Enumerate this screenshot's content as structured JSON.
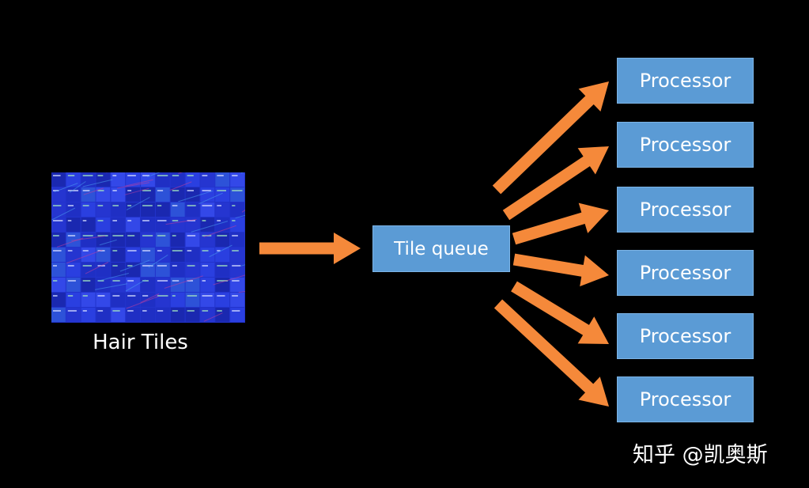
{
  "source": {
    "label": "Hair Tiles",
    "tile_color": "#2233cc"
  },
  "queue": {
    "label": "Tile queue"
  },
  "processors": [
    {
      "label": "Processor"
    },
    {
      "label": "Processor"
    },
    {
      "label": "Processor"
    },
    {
      "label": "Processor"
    },
    {
      "label": "Processor"
    },
    {
      "label": "Processor"
    }
  ],
  "colors": {
    "arrow": "#f5893a",
    "box_fill": "#5b9bd5",
    "background": "#000000",
    "text": "#ffffff"
  },
  "watermark": {
    "text": "知乎 @凯奥斯"
  }
}
